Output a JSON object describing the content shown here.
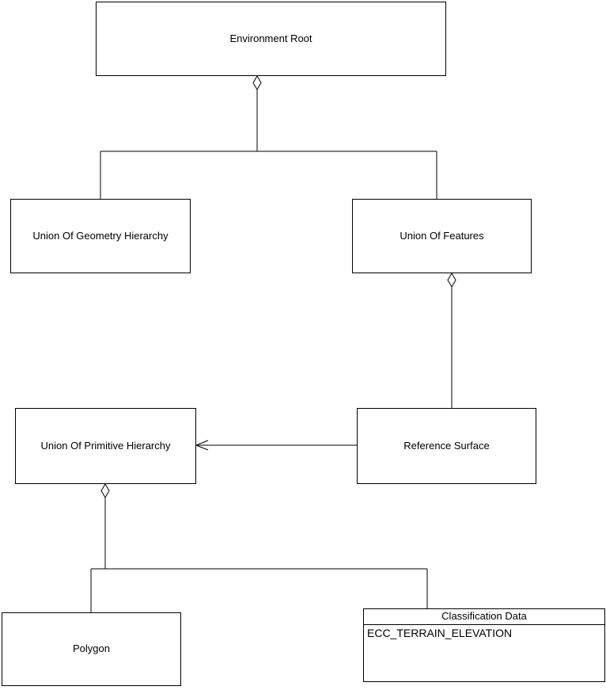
{
  "diagram": {
    "type": "uml-class-diagram",
    "colors": {
      "background": "#ffffff",
      "line": "#000000",
      "text": "#000000",
      "node_fill": "#ffffff"
    },
    "nodes": {
      "environment_root": {
        "label": "Environment Root"
      },
      "union_of_geometry_hierarchy": {
        "label": "Union Of Geometry Hierarchy"
      },
      "union_of_features": {
        "label": "Union Of Features"
      },
      "union_of_primitive_hierarchy": {
        "label": "Union Of Primitive Hierarchy"
      },
      "reference_surface": {
        "label": "Reference Surface"
      },
      "polygon": {
        "label": "Polygon"
      },
      "classification_data": {
        "label": "Classification Data",
        "attributes": [
          "ECC_TERRAIN_ELEVATION"
        ]
      }
    },
    "edges": [
      {
        "from": "Environment Root",
        "to": "Union Of Geometry Hierarchy",
        "type": "aggregation"
      },
      {
        "from": "Environment Root",
        "to": "Union Of Features",
        "type": "aggregation"
      },
      {
        "from": "Union Of Features",
        "to": "Reference Surface",
        "type": "aggregation"
      },
      {
        "from": "Reference Surface",
        "to": "Union Of Primitive Hierarchy",
        "type": "directed-association"
      },
      {
        "from": "Union Of Primitive Hierarchy",
        "to": "Polygon",
        "type": "aggregation"
      },
      {
        "from": "Union Of Primitive Hierarchy",
        "to": "Classification Data",
        "type": "aggregation"
      }
    ]
  }
}
